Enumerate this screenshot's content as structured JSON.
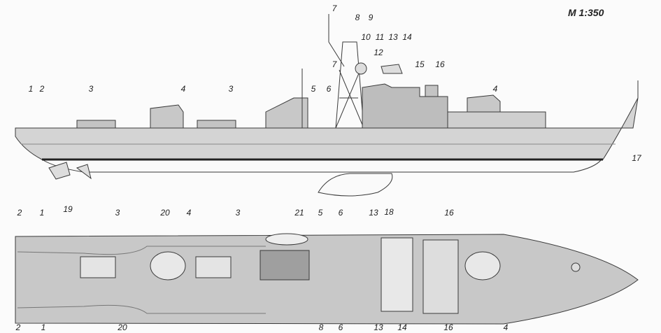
{
  "scale_label": "M 1:350",
  "profile_labels": [
    "1",
    "2",
    "3",
    "4",
    "3",
    "5",
    "6",
    "7",
    "7",
    "8",
    "9",
    "10",
    "11",
    "12",
    "13",
    "14",
    "15",
    "16",
    "4",
    "17",
    "19",
    "18"
  ],
  "plan_top_labels": [
    "2",
    "1",
    "3",
    "20",
    "4",
    "3",
    "21",
    "5",
    "6",
    "13",
    "16"
  ],
  "plan_bottom_labels": [
    "2",
    "1",
    "20",
    "8",
    "6",
    "13",
    "14",
    "16",
    "4"
  ],
  "colors": {
    "hull": "#d4d4d4",
    "deck": "#c8c8c8",
    "line": "#3a3a3a",
    "superstructure": "#bdbdbd"
  }
}
